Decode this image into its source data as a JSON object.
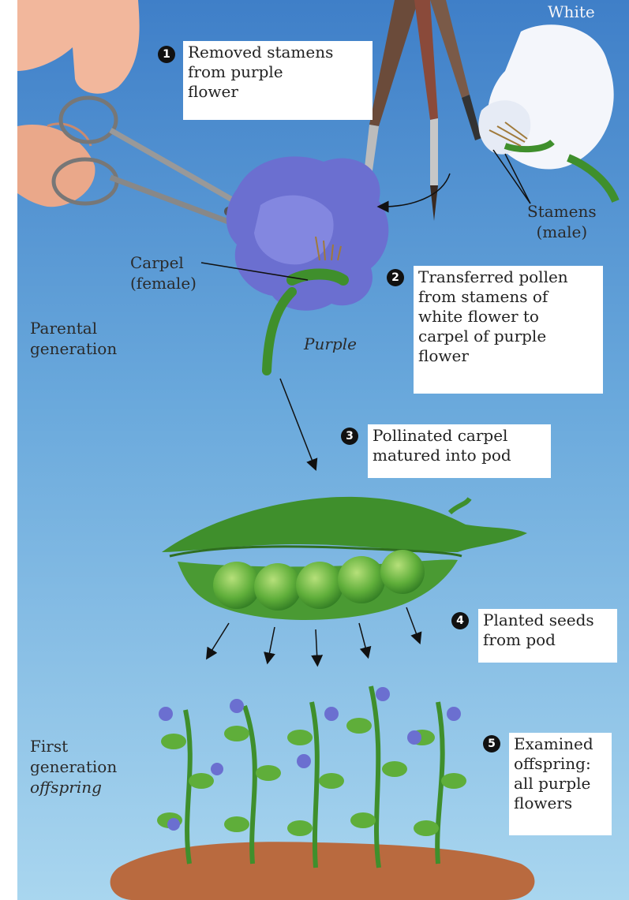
{
  "steps": [
    {
      "number": "1",
      "text": "Removed stamens\nfrom purple\nflower"
    },
    {
      "number": "2",
      "text": "Transferred pollen\nfrom stamens of\nwhite flower to\ncarpel of purple\nflower"
    },
    {
      "number": "3",
      "text": "Pollinated carpel\nmatured into pod"
    },
    {
      "number": "4",
      "text": "Planted seeds\nfrom pod"
    },
    {
      "number": "5",
      "text": "Examined\noffspring:\nall purple\nflowers"
    }
  ],
  "labels": {
    "white": "White",
    "stamens": "Stamens\n(male)",
    "carpel": "Carpel\n(female)",
    "purple": "Purple",
    "parental": "Parental\ngeneration",
    "first_gen_line1": "First",
    "first_gen_line2": "generation",
    "first_gen_line3": "offspring"
  },
  "colors": {
    "sky_top": "#3f7fc8",
    "sky_bottom": "#a9d6ef",
    "purple_flower": "#6b6fd0",
    "pod_green": "#3f8f2c",
    "pea_green": "#5fae3a",
    "soil": "#b96a3f"
  }
}
